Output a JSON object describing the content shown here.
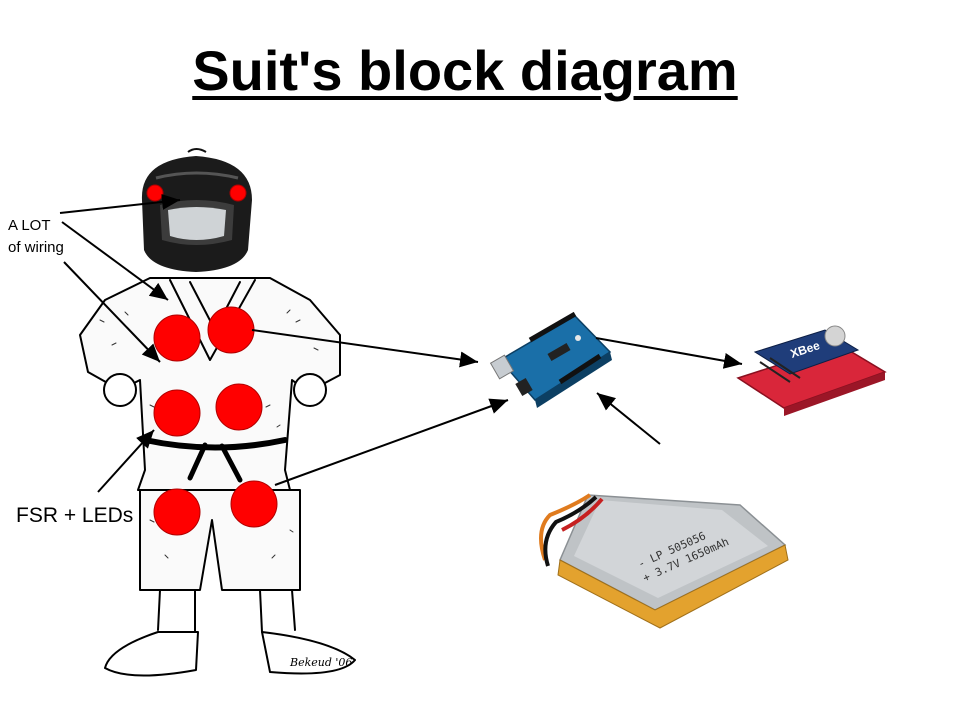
{
  "slide": {
    "title": "Suit's block diagram"
  },
  "labels": {
    "wiring_line1": "A LOT",
    "wiring_line2": "of wiring",
    "fsr_leds": "FSR + LEDs"
  },
  "images": {
    "battery_text_line1": "- LP 505056",
    "battery_text_line2": "+ 3.7V 1650mAh",
    "xbee_text": "XBee",
    "signature": "Bekeud '06"
  },
  "colors": {
    "sensor_red": "#ff0000",
    "arduino_blue": "#1a6fa8",
    "xbee_red": "#d9263a",
    "helmet_black": "#1b1b1b",
    "battery_grey": "#bfc3c6",
    "battery_orange": "#e3a22e"
  }
}
